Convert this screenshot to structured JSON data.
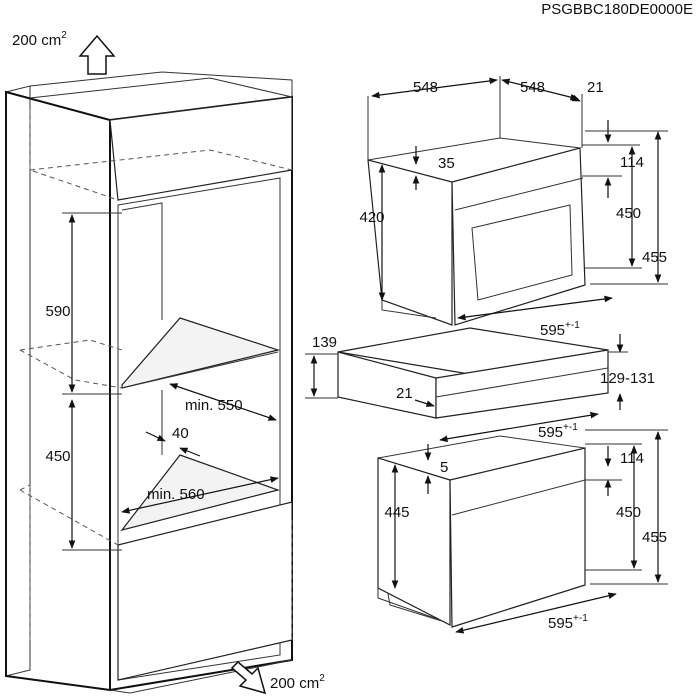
{
  "header": {
    "product_code": "PSGBBC180DE0000E"
  },
  "ventilation": {
    "top": "200 cm",
    "bottom": "200 cm",
    "unit_superscript": "2"
  },
  "cabinet": {
    "dim_590": "590",
    "dim_450": "450",
    "dim_min_550": "min. 550",
    "dim_40": "40",
    "dim_min_560": "min. 560"
  },
  "compact_appliance": {
    "dim_548_left": "548",
    "dim_548_right": "548",
    "dim_21": "21",
    "dim_35": "35",
    "dim_114": "114",
    "dim_420": "420",
    "dim_450": "450",
    "dim_455": "455",
    "dim_595": "595",
    "tolerance": "+-1"
  },
  "drawer": {
    "dim_139": "139",
    "dim_21": "21",
    "dim_129_131": "129-131",
    "dim_595": "595",
    "tolerance": "+-1"
  },
  "oven": {
    "dim_5": "5",
    "dim_445": "445",
    "dim_114": "114",
    "dim_450": "450",
    "dim_455": "455",
    "dim_595": "595",
    "tolerance": "+-1"
  }
}
